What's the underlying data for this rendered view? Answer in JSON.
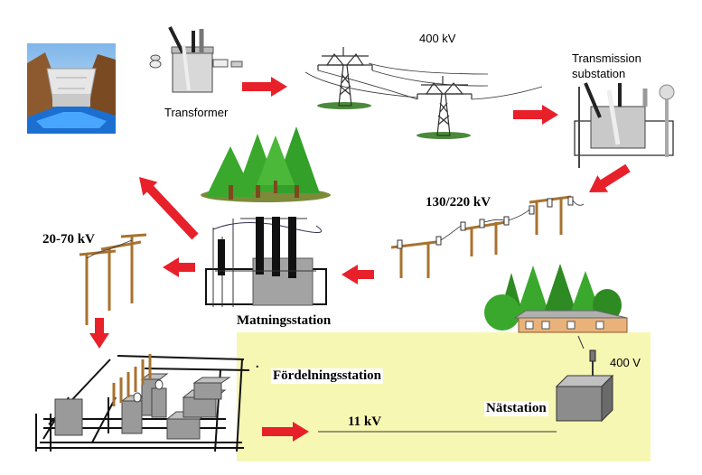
{
  "labels": {
    "transformer": "Transformer",
    "v400kv": "400 kV",
    "transmission_substation": "Transmission\nsubstation",
    "v130_220kv": "130/220 kV",
    "v20_70kv": "20-70 kV",
    "matningsstation": "Matningsstation",
    "fordelningsstation": "Fördelningsstation",
    "v11kv": "11 kV",
    "natstation": "Nätstation",
    "v400v": "400 V"
  },
  "colors": {
    "arrow": "#e8202a",
    "area": "#f7f7b4",
    "tree": "#3aa82c",
    "trunk": "#7a4a1e",
    "pole": "#a8722e",
    "steel": "#9a9a9a"
  }
}
